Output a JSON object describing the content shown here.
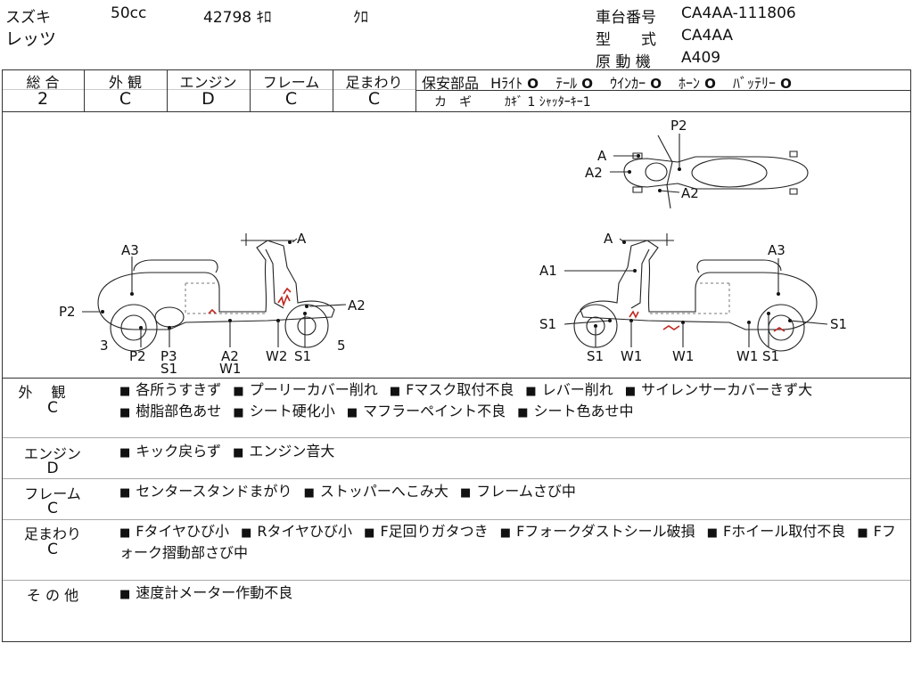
{
  "header": {
    "maker": "スズキ",
    "cc": "50cc",
    "mileage": "42798 ｷﾛ",
    "color": "ｸﾛ",
    "model_name": "レッツ",
    "frame_no_label": "車台番号",
    "frame_no": "CA4AA-111806",
    "type_label": "型　　式",
    "type": "CA4AA",
    "engine_label": "原 動 機",
    "engine": "A409"
  },
  "grades": {
    "headers": [
      "総 合",
      "外 観",
      "エンジン",
      "フレーム",
      "足まわり"
    ],
    "values": [
      "2",
      "C",
      "D",
      "C",
      "C"
    ]
  },
  "safety": {
    "label": "保安部品",
    "items": [
      {
        "name": "Hﾗｲﾄ",
        "mark": "O"
      },
      {
        "name": "ﾃｰﾙ",
        "mark": "O"
      },
      {
        "name": "ｳｲﾝｶｰ",
        "mark": "O"
      },
      {
        "name": "ﾎｰﾝ",
        "mark": "O"
      },
      {
        "name": "ﾊﾞｯﾃﾘｰ",
        "mark": "O"
      }
    ],
    "key_label": "カ　ギ",
    "key_value": "ｶｷﾞ 1 ｼｬｯﾀｰｷｰ1"
  },
  "diagram": {
    "left": {
      "labels": [
        "A",
        "A3",
        "A2",
        "P2",
        "3",
        "5",
        "P2",
        "P3",
        "S1",
        "A2",
        "W1",
        "W2",
        "S1"
      ]
    },
    "right": {
      "labels": [
        "A",
        "A3",
        "A1",
        "S1",
        "S1",
        "S1",
        "W1",
        "W1",
        "W1",
        "S1"
      ]
    },
    "top": {
      "labels": [
        "P2",
        "A",
        "A2",
        "A2"
      ]
    }
  },
  "sections": [
    {
      "label": "外　 観",
      "grade": "C",
      "items": [
        "各所うすきず",
        "プーリーカバー削れ",
        "Fマスク取付不良",
        "レバー削れ",
        "サイレンサーカバーきず大",
        "樹脂部色あせ",
        "シート硬化小",
        "マフラーペイント不良",
        "シート色あせ中"
      ]
    },
    {
      "label": "エンジン",
      "grade": "D",
      "items": [
        "キック戻らず",
        "エンジン音大"
      ]
    },
    {
      "label": "フレーム",
      "grade": "C",
      "items": [
        "センタースタンドまがり",
        "ストッパーへこみ大",
        "フレームさび中"
      ]
    },
    {
      "label": "足まわり",
      "grade": "C",
      "items": [
        "Fタイヤひび小",
        "Rタイヤひび小",
        "F足回りガタつき",
        "Fフォークダストシール破損",
        "Fホイール取付不良",
        "Fフォーク摺動部さび中"
      ]
    },
    {
      "label": "そ の 他",
      "grade": "",
      "items": [
        "速度計メーター作動不良"
      ]
    }
  ]
}
